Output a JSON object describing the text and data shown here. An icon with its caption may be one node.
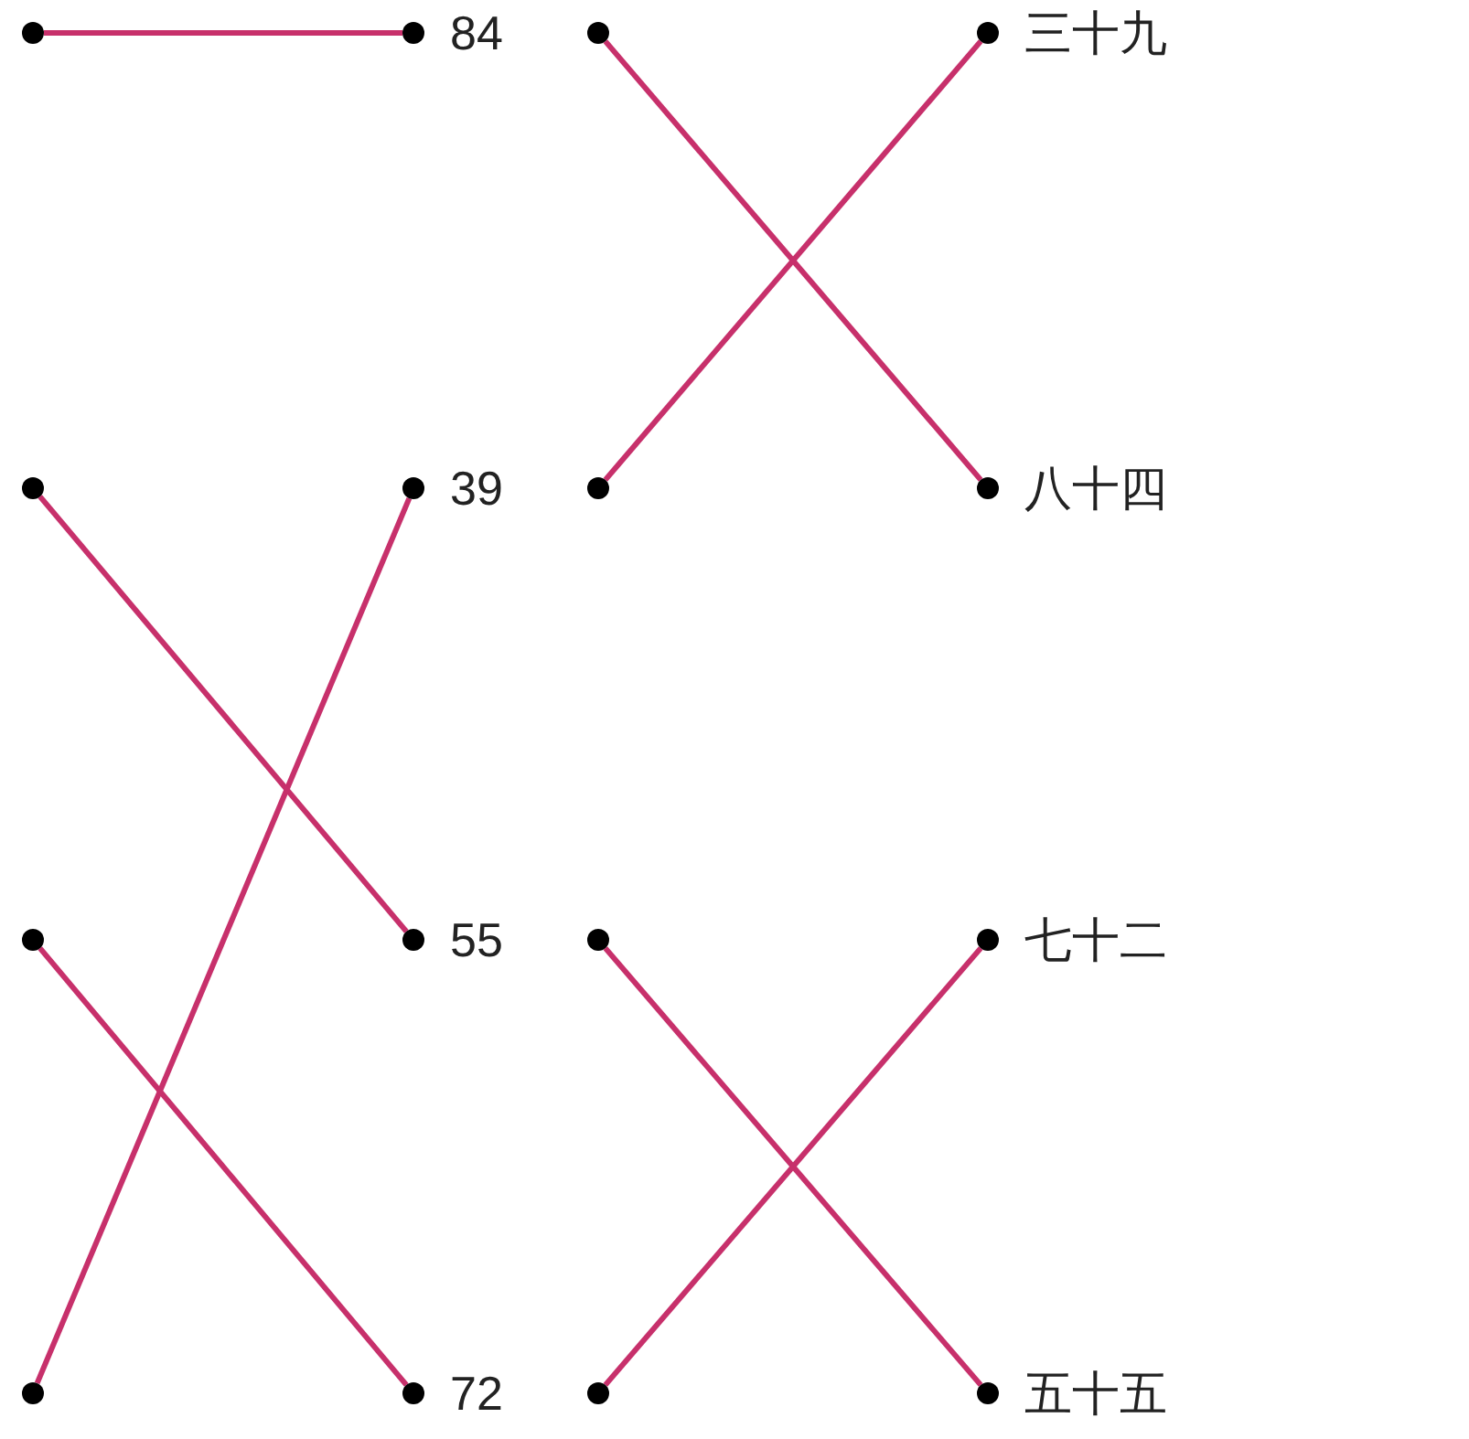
{
  "diagram": {
    "nodes": [
      {
        "text": [],
        "shape": "circle"
      },
      {
        "text": [],
        "shape": "circle"
      },
      {
        "text": [],
        "shape": "circle"
      },
      {
        "text": [],
        "shape": "circle"
      },
      {
        "text": [
          "84"
        ]
      },
      {
        "text": [
          "39"
        ]
      },
      {
        "text": [
          "55"
        ]
      },
      {
        "text": [
          "72"
        ]
      },
      {
        "text": [],
        "shape": "circle"
      },
      {
        "text": [],
        "shape": "circle"
      },
      {
        "text": [],
        "shape": "circle"
      },
      {
        "text": [],
        "shape": "circle"
      },
      {
        "text": [
          "三十九"
        ]
      },
      {
        "text": [
          "八十四"
        ]
      },
      {
        "text": [
          "七十二"
        ]
      },
      {
        "text": [
          "五十五"
        ]
      }
    ],
    "edges": [
      {
        "from": 0,
        "to": 4,
        "arrow": "none"
      },
      {
        "from": 1,
        "to": 6,
        "arrow": "none"
      },
      {
        "from": 2,
        "to": 7,
        "arrow": "none"
      },
      {
        "from": 3,
        "to": 5,
        "arrow": "none"
      },
      {
        "from": 8,
        "to": 13,
        "arrow": "none"
      },
      {
        "from": 9,
        "to": 12,
        "arrow": "none"
      },
      {
        "from": 10,
        "to": 15,
        "arrow": "none"
      },
      {
        "from": 11,
        "to": 14,
        "arrow": "none"
      }
    ]
  }
}
